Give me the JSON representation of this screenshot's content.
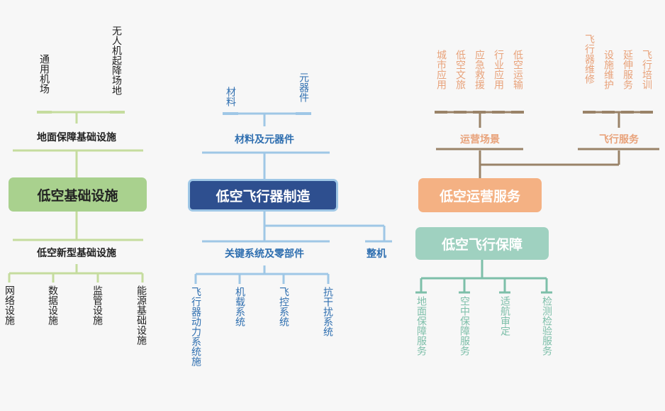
{
  "colors": {
    "infra": "#a9d18e",
    "infra_line": "#c5dc9e",
    "infra_text": "#222222",
    "mfg": "#2e4f8f",
    "mfg_line": "#9fc7e6",
    "mfg_text": "#2f6fb0",
    "ops": "#f4b183",
    "ops_line": "#9a8368",
    "ops_text": "#e8a27a",
    "guard": "#9fd1c0",
    "guard_line": "#7dbfa9",
    "guard_text": "#7dbfa9"
  },
  "infra": {
    "title": "低空基础设施",
    "top_group": "地面保障基础设施",
    "top_items": [
      "通用机场",
      "无人机起降场地"
    ],
    "bottom_group": "低空新型基础设施",
    "bottom_items": [
      "网络设施",
      "数据设施",
      "监管设施",
      "能源基础设施"
    ]
  },
  "mfg": {
    "title": "低空飞行器制造",
    "top_group": "材料及元器件",
    "top_items": [
      "材料",
      "元器件"
    ],
    "bottom_group": "关键系统及零部件",
    "bottom_items": [
      "飞行器动力系统施",
      "机载系统",
      "飞控系统",
      "抗干扰系统"
    ],
    "side_item": "整机"
  },
  "ops": {
    "title": "低空运营服务",
    "group_a": "运营场景",
    "group_a_items": [
      "城市应用",
      "低空文旅",
      "应急救援",
      "行业应用",
      "低空运输"
    ],
    "group_b": "飞行服务",
    "group_b_items": [
      "飞行器维修",
      "设施维护",
      "延伸服务",
      "飞行培训"
    ]
  },
  "guard": {
    "title": "低空飞行保障",
    "items": [
      "地面保障服务",
      "空中保障服务",
      "适航审定",
      "检测检验服务"
    ]
  }
}
